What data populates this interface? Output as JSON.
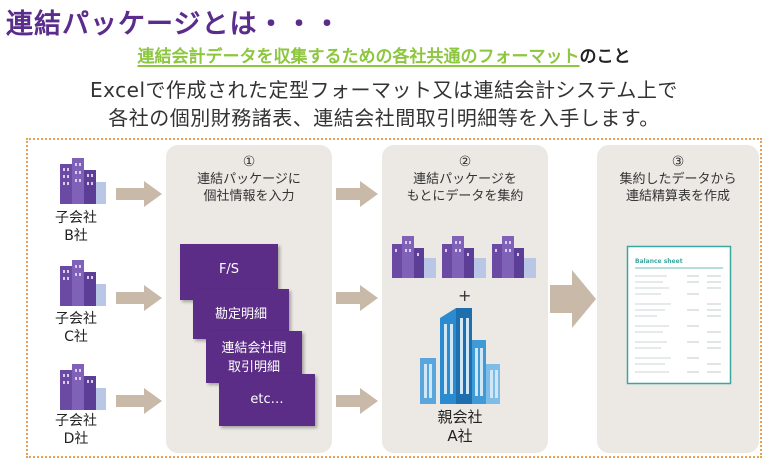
{
  "header": {
    "title": "連結パッケージとは・・・",
    "subtitle_highlight": "連結会計データを収集するための各社共通のフォーマット",
    "subtitle_rest": "のこと",
    "desc_line1": "Excelで作成された定型フォーマット又は連結会計システム上で",
    "desc_line2": "各社の個別財務諸表、連結会社間取引明細等を入手します。"
  },
  "subsidiaries": [
    {
      "line1": "子会社",
      "line2": "B社"
    },
    {
      "line1": "子会社",
      "line2": "C社"
    },
    {
      "line1": "子会社",
      "line2": "D社"
    }
  ],
  "steps": [
    {
      "num": "①",
      "line1": "連結パッケージに",
      "line2": "個社情報を入力"
    },
    {
      "num": "②",
      "line1": "連結パッケージを",
      "line2": "もとにデータを集約"
    },
    {
      "num": "③",
      "line1": "集約したデータから",
      "line2": "連結精算表を作成"
    }
  ],
  "documents": {
    "fs": "F/S",
    "kanjo": "勘定明細",
    "torihiki_line1": "連結会社間",
    "torihiki_line2": "取引明細",
    "etc": "etc…"
  },
  "plus": "+",
  "parent": {
    "line1": "親会社",
    "line2": "A社"
  },
  "sheet_title": "Balance sheet",
  "colors": {
    "purple": "#5b2d86",
    "green_highlight": "#8dc63f",
    "arrow": "#c9b9a8",
    "panel": "#ece9e4",
    "frame": "#e6a254",
    "building_blue": "#2b8bd0",
    "building_purple": "#6a4aa2"
  }
}
